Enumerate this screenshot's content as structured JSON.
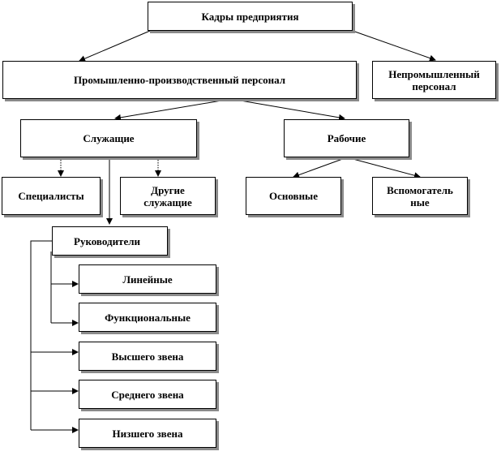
{
  "nodes": {
    "root": "Кадры предприятия",
    "industrial": "Промышленно-производственный персонал",
    "nonindustrial": "Непромышленный персонал",
    "employees": "Служащие",
    "workers": "Рабочие",
    "specialists": "Специалисты",
    "other_employees": "Другие служащие",
    "main_workers": "Основные",
    "auxiliary_workers": "Вспомогатель ные",
    "managers": "Руководители",
    "linear": "Линейные",
    "functional": "Функциональные",
    "top_level": "Высшего звена",
    "middle_level": "Среднего звена",
    "lower_level": "Низшего звена"
  }
}
